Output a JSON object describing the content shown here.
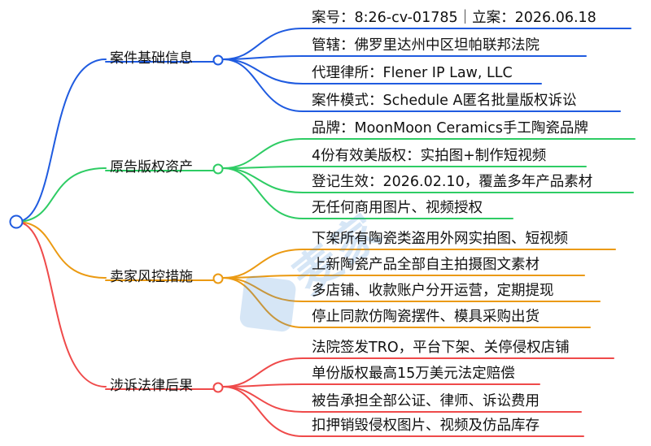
{
  "colors": {
    "blue": "#1f5be0",
    "green": "#2ecc64",
    "orange": "#eb9a12",
    "red": "#ef4a4a",
    "root": "#1f5be0"
  },
  "branches": [
    {
      "label": "案件基础信息",
      "color": "#1f5be0",
      "leaves": [
        "案号：8:26-cv-01785｜立案：2026.06.18",
        "管辖：佛罗里达州中区坦帕联邦法院",
        "代理律所：Flener IP Law, LLC",
        "案件模式：Schedule A匿名批量版权诉讼"
      ]
    },
    {
      "label": "原告版权资产",
      "color": "#2ecc64",
      "leaves": [
        "品牌：MoonMoon Ceramics手工陶瓷品牌",
        "4份有效美版权：实拍图+制作短视频",
        "登记生效：2026.02.10，覆盖多年产品素材",
        "无任何商用图片、视频授权"
      ]
    },
    {
      "label": "卖家风控措施",
      "color": "#eb9a12",
      "leaves": [
        "下架所有陶瓷类盗用外网实拍图、短视频",
        "上新陶瓷产品全部自主拍摄图文素材",
        "多店铺、收款账户分开运营，定期提现",
        "停止同款仿陶瓷摆件、模具采购出货"
      ]
    },
    {
      "label": "涉诉法律后果",
      "color": "#ef4a4a",
      "leaves": [
        "法院签发TRO，平台下架、关停侵权店铺",
        "单份版权最高15万美元法定赔偿",
        "被告承担全部公证、律师、诉讼费用",
        "扣押销毁侵权图片、视频及仿品库存"
      ]
    }
  ]
}
